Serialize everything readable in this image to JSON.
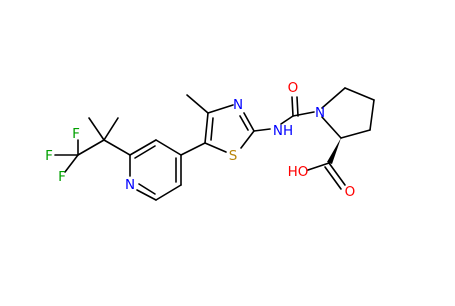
{
  "molecule": {
    "atom_labels": {
      "carbonyl_o": "O",
      "pyrrolidine_n": "N",
      "thiazole_n": "N",
      "amide_nh": "NH",
      "thiazole_s": "S",
      "acid_oh": "HO",
      "acid_o": "O",
      "pyridine_n": "N",
      "f_top_left": "F",
      "f_top_right": "F",
      "f_bottom": "F"
    },
    "colors": {
      "bond": "#000000",
      "oxygen": "#ff0000",
      "nitrogen": "#0000ff",
      "sulfur": "#b8860b",
      "fluorine": "#00a000",
      "background": "#ffffff"
    }
  }
}
